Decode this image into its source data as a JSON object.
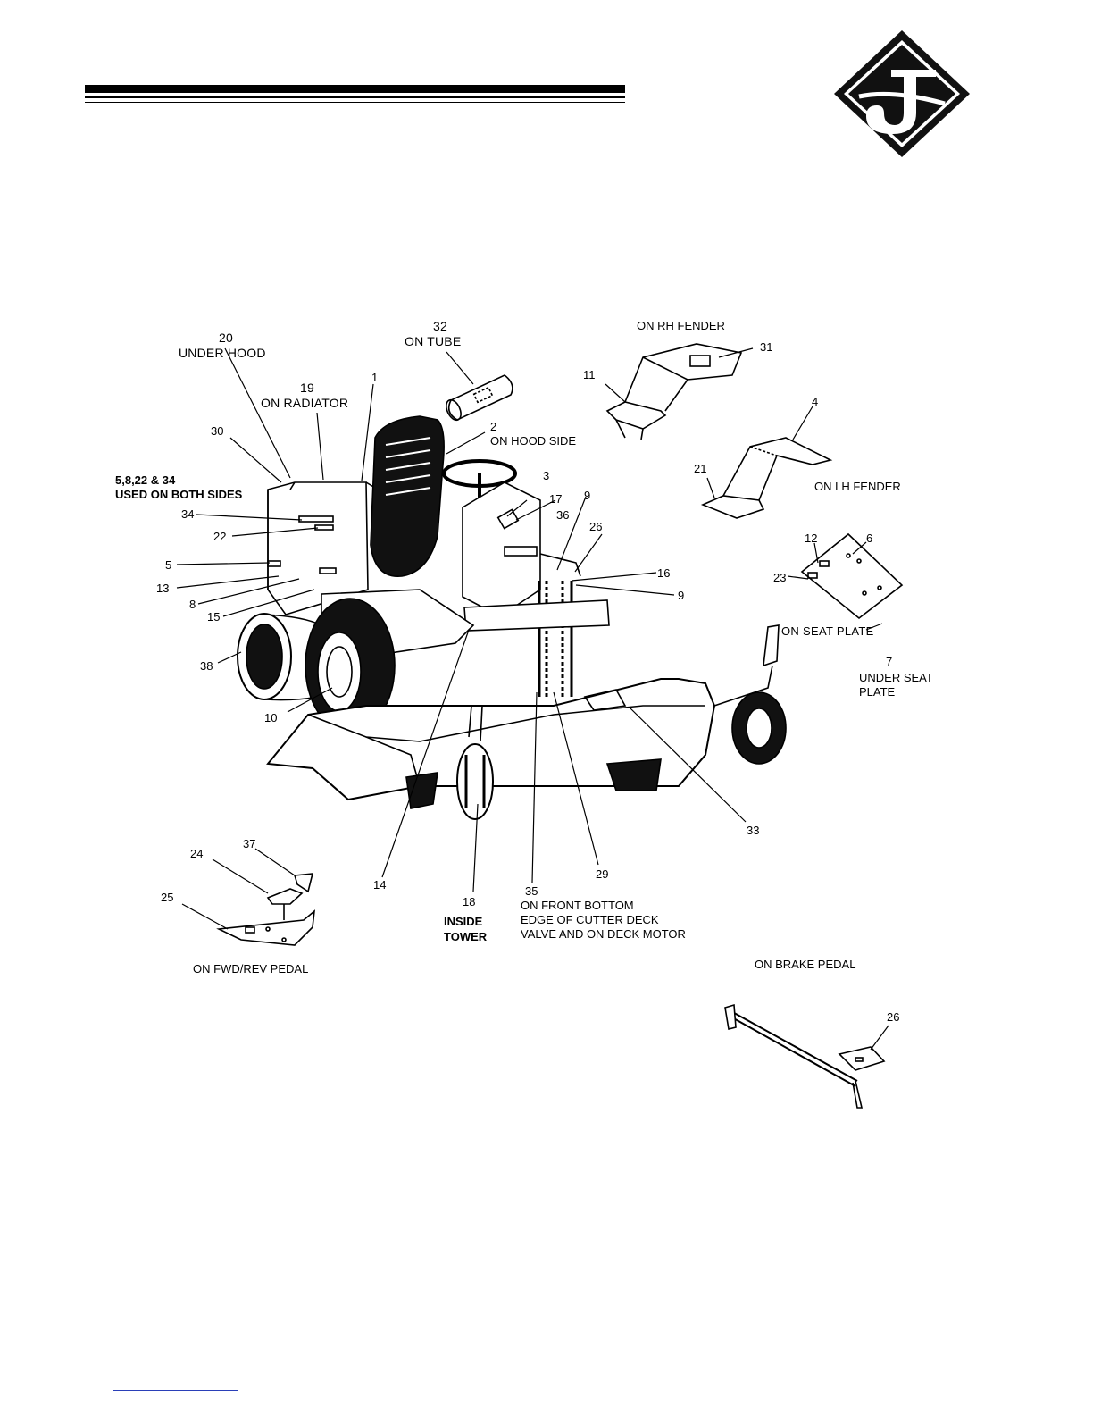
{
  "labels": {
    "n20": "20",
    "under_hood": "UNDER  HOOD",
    "n32": "32",
    "on_tube": "ON TUBE",
    "on_rh_fender": "ON RH FENDER",
    "n31": "31",
    "n11": "11",
    "n19": "19",
    "on_radiator": "ON  RADIATOR",
    "n1": "1",
    "n2": "2",
    "on_hood_side": "ON HOOD SIDE",
    "n30": "30",
    "n4": "4",
    "n21": "21",
    "on_lh_fender": "ON LH FENDER",
    "both_sides_1": "5,8,22 & 34",
    "both_sides_2": "USED ON BOTH SIDES",
    "n3": "3",
    "n17": "17",
    "n9a": "9",
    "n36": "36",
    "n26a": "26",
    "n34": "34",
    "n22": "22",
    "n12": "12",
    "n6": "6",
    "n23": "23",
    "n5": "5",
    "n16": "16",
    "n13": "13",
    "n9b": "9",
    "n8": "8",
    "n15": "15",
    "on_seat_plate": "ON  SEAT  PLATE",
    "n7": "7",
    "under_seat_1": "UNDER SEAT",
    "under_seat_2": "PLATE",
    "n38": "38",
    "n10": "10",
    "n33": "33",
    "n37": "37",
    "n24": "24",
    "n25": "25",
    "n14": "14",
    "n18": "18",
    "n29": "29",
    "n35": "35",
    "inside_1": "INSIDE",
    "inside_2": "TOWER",
    "deck_1": "ON FRONT BOTTOM",
    "deck_2": "EDGE OF CUTTER DECK",
    "deck_3": "VALVE AND ON DECK MOTOR",
    "on_fwd_rev": "ON FWD/REV PEDAL",
    "on_brake": "ON  BRAKE  PEDAL",
    "n26b": "26"
  }
}
